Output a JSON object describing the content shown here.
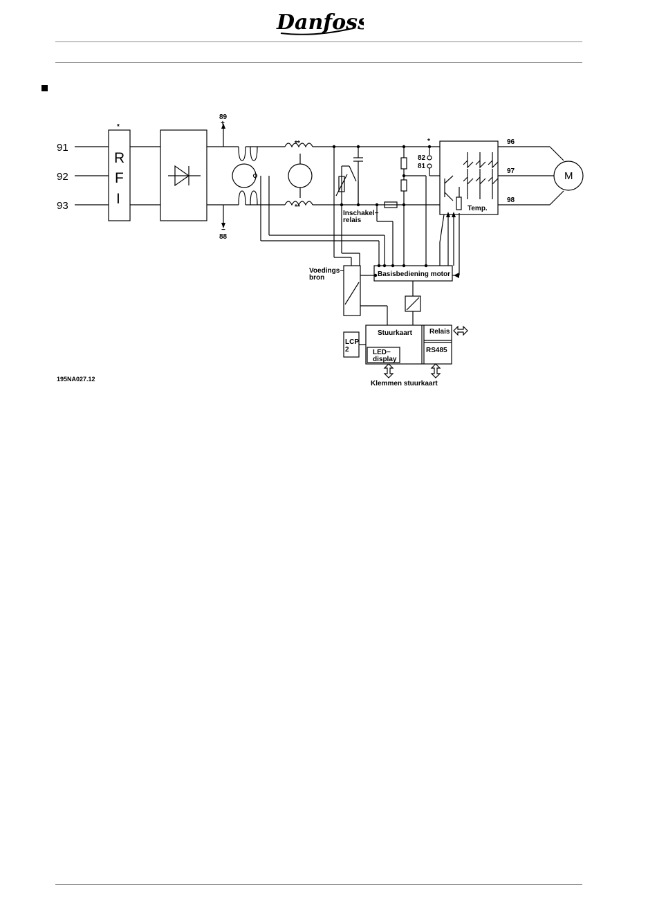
{
  "logo": {
    "text": "Danfoss"
  },
  "terminals": {
    "t91": "91",
    "t92": "92",
    "t93": "93",
    "t89": "89",
    "t89_sign": "+",
    "t88": "88",
    "t88_sign": "−",
    "t96": "96",
    "t97": "97",
    "t98": "98",
    "t82": "82",
    "t81": "81"
  },
  "rfi": {
    "letters": [
      "R",
      "F",
      "I"
    ],
    "star": "*"
  },
  "stars": {
    "double_top": "**",
    "double_bottom": "**",
    "brake": "*"
  },
  "motor": {
    "label": "M"
  },
  "labels": {
    "inschakel_1": "Inschakel−",
    "inschakel_2": "relais",
    "voedings_1": "Voedings−",
    "voedings_2": "bron",
    "basisbediening": "Basisbediening  motor",
    "temp": "Temp.",
    "stuurkaart": "Stuurkaart",
    "relais": "Relais",
    "rs485": "RS485",
    "lcp_1": "LCP",
    "lcp_2": "2",
    "led_1": "LED−",
    "led_2": "display",
    "klemmen": "Klemmen  stuurkaart",
    "figure_id": "195NA027.12"
  }
}
